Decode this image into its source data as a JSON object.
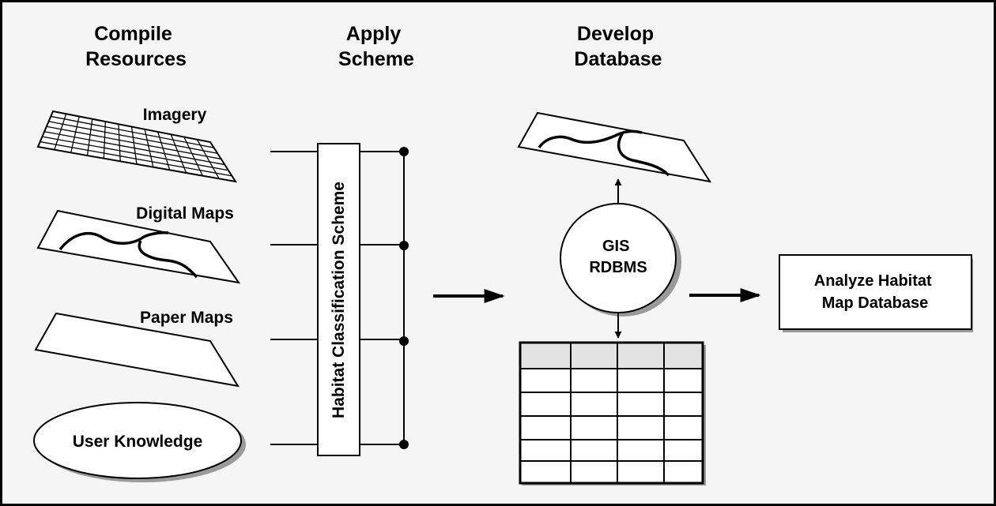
{
  "headers": {
    "compile": [
      "Compile",
      "Resources"
    ],
    "apply": [
      "Apply",
      "Scheme"
    ],
    "develop": [
      "Develop",
      "Database"
    ]
  },
  "sources": {
    "imagery": "Imagery",
    "digital_maps": "Digital Maps",
    "paper_maps": "Paper Maps",
    "user_knowledge": "User Knowledge"
  },
  "scheme": "Habitat Classification Scheme",
  "gis": [
    "GIS",
    "RDBMS"
  ],
  "analyze": [
    "Analyze Habitat",
    "Map Database"
  ],
  "colors": {
    "background": "#f5f5f5",
    "shadow": "#9a9a9a",
    "table_header": "#e3e3e3",
    "line": "#000000"
  }
}
